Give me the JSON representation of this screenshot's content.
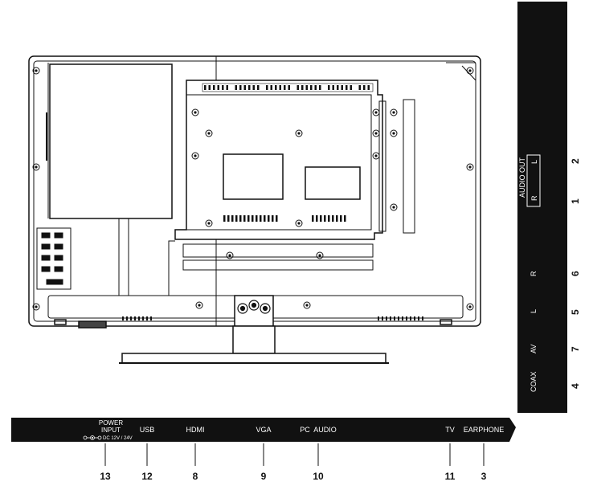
{
  "bottom_panel": {
    "power_input_line1": "POWER",
    "power_input_line2": "INPUT",
    "power_input_spec": "DC 12V / 24V",
    "usb": "USB",
    "hdmi": "HDMI",
    "vga": "VGA",
    "pc_audio": "PC  AUDIO",
    "tv": "TV",
    "earphone": "EARPHONE"
  },
  "bottom_numbers": {
    "power": "13",
    "usb": "12",
    "hdmi": "8",
    "vga": "9",
    "pc_audio": "10",
    "tv": "11",
    "earphone": "3"
  },
  "side_panel": {
    "audio_out": "AUDIO OUT",
    "audio_l": "L",
    "audio_r": "R",
    "r": "R",
    "l": "L",
    "av": "AV",
    "coax": "COAX"
  },
  "side_numbers": {
    "audio_l": "2",
    "audio_r": "1",
    "r": "6",
    "l": "5",
    "av": "7",
    "coax": "4"
  }
}
